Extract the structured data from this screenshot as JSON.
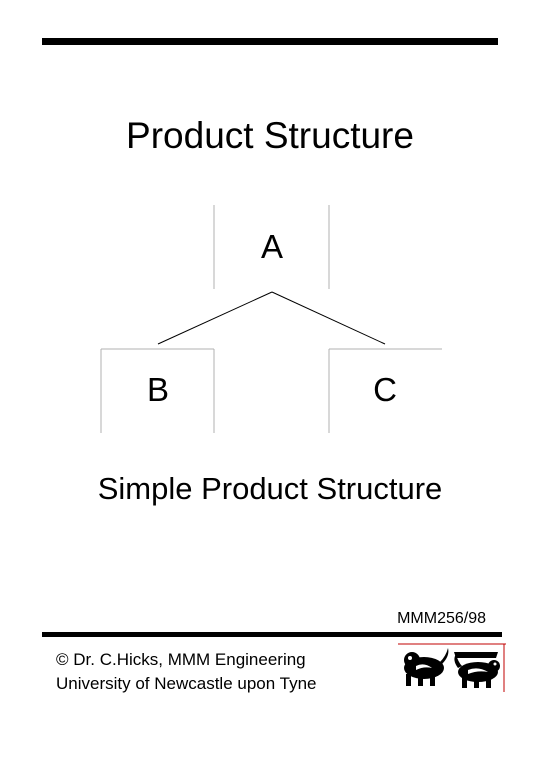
{
  "page": {
    "title": "Product Structure",
    "caption": "Simple Product Structure",
    "doc_code": "MMM256/98"
  },
  "diagram": {
    "root": {
      "label": "A"
    },
    "children": [
      {
        "label": "B"
      },
      {
        "label": "C"
      }
    ]
  },
  "footer": {
    "copyright": "© Dr. C.Hicks, MMM Engineering",
    "university": "University of Newcastle upon Tyne",
    "logo_icon": "university-crest-lion-logo"
  },
  "colors": {
    "text": "#000000",
    "rule": "#000000",
    "box_edge": "#b0b0b0",
    "connector": "#000000",
    "logo_accent": "#c00000"
  }
}
